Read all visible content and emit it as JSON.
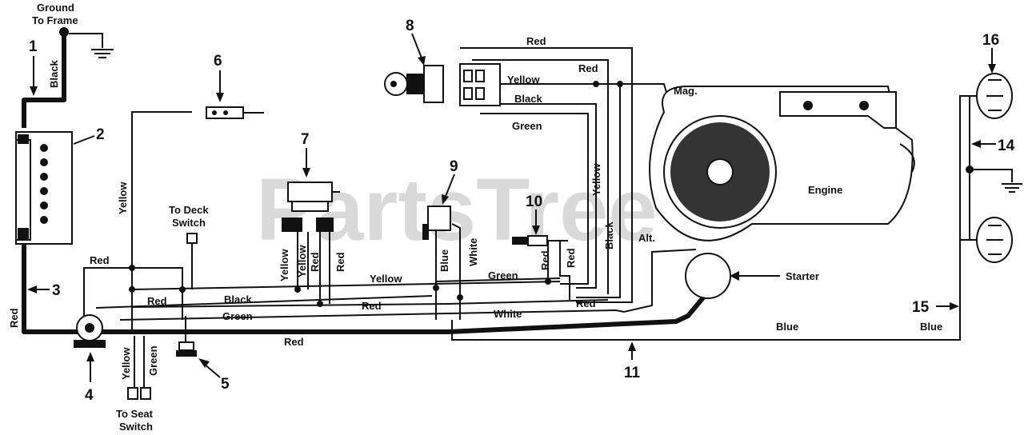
{
  "watermark": "PartsTree",
  "labels": {
    "ground_to_frame_1": "Ground",
    "ground_to_frame_2": "To Frame",
    "to_deck_switch_1": "To Deck",
    "to_deck_switch_2": "Switch",
    "to_seat_switch_1": "To Seat",
    "to_seat_switch_2": "Switch",
    "engine": "Engine",
    "starter": "Starter",
    "mag": "Mag.",
    "alt": "Alt."
  },
  "wires": {
    "black_ground": "Black",
    "yellow_left": "Yellow",
    "red_top_left": "Red",
    "red_left": "Red",
    "red_bottom": "Red",
    "red_mid": "Red",
    "black_mid": "Black",
    "green_mid": "Green",
    "yellow_seat": "Yellow",
    "green_seat": "Green",
    "yellow_7a": "Yellow",
    "yellow_7b": "Yellow",
    "red_7a": "Red",
    "red_7b": "Red",
    "yellow_bus": "Yellow",
    "red_bus": "Red",
    "green_bus": "Green",
    "white_bus": "White",
    "red_bus_right": "Red",
    "blue_9": "Blue",
    "white_9": "White",
    "red_10a": "Red",
    "red_10b": "Red",
    "red_key_top": "Red",
    "red_key": "Red",
    "yellow_key": "Yellow",
    "black_key": "Black",
    "green_key": "Green",
    "yellow_vert": "Yellow",
    "black_vert": "Black",
    "blue_bottom": "Blue",
    "blue_right": "Blue"
  },
  "callouts": [
    "1",
    "2",
    "3",
    "4",
    "5",
    "6",
    "7",
    "8",
    "9",
    "10",
    "11",
    "14",
    "15",
    "16"
  ]
}
